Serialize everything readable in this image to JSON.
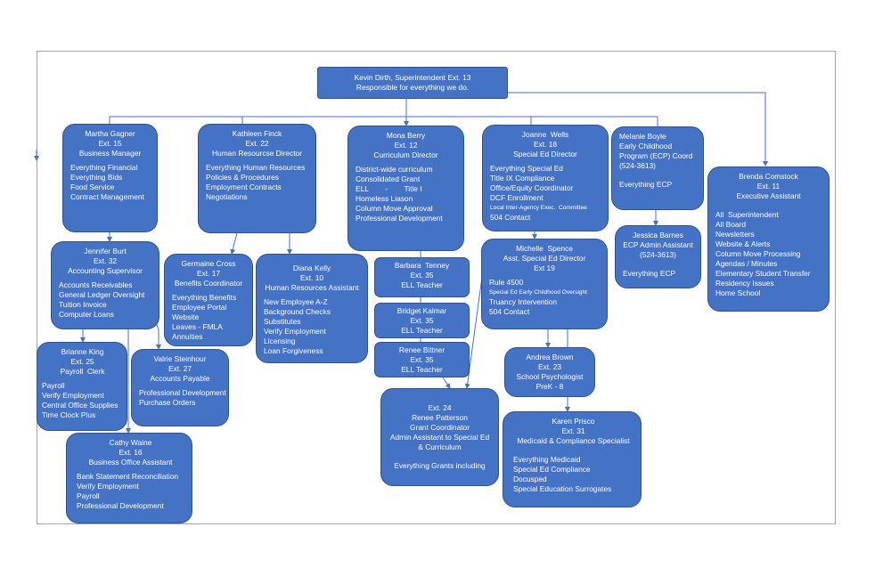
{
  "chart": {
    "superintendent": [
      "Kevin Dirth, Superintendent Ext. 13",
      "Responsible for everything we do."
    ],
    "martha": {
      "title": [
        "Martha Gagner",
        "Ext. 15",
        "Business Manager"
      ],
      "duties": [
        "Everything Financial",
        "Everything  Bids",
        "Food Service",
        "Contract Management"
      ]
    },
    "kathleen": {
      "title": [
        "Kathleen Finck",
        "Ext. 22",
        "Human Resourcse Director"
      ],
      "duties": [
        "Everything Human Resources",
        "Policies & Procedures",
        "Employment Contracts",
        "Negotiations"
      ]
    },
    "mona": {
      "title": [
        "Mona Berry",
        "Ext. 12",
        "Curriculum Director"
      ],
      "duties": [
        "District-wide curriculum",
        "Consolidated Grant",
        "ELL        -        Title I",
        "Homeless Liason",
        "Column Move Approval",
        "Professional Development"
      ]
    },
    "joanne": {
      "title": [
        "Joanne  Wells",
        "Ext. 18",
        "Special Ed Director"
      ],
      "duties": [
        "Everything Special Ed",
        "Title IX Compliance",
        "Office/Equity Coordinator",
        "DCF Enrollment"
      ],
      "small": "Local Inter-Agency Exec.  Committee",
      "last": "504 Contact"
    },
    "melanie": {
      "lines": [
        "Melanie Boyle",
        "Early Childhood",
        "Program (ECP) Coord",
        "(524-3613)"
      ],
      "duties": [
        "Everything ECP"
      ]
    },
    "brenda": {
      "title": [
        "Brenda Comstock",
        "Ext. 11",
        "Executive Assistant"
      ],
      "duties": [
        "All  Superintendent",
        "All Board",
        "Newsletters",
        "Website & Alerts",
        "Column Move Processing",
        "Agendas / Minutes",
        "Elementary Student Transfer",
        "Residency Issues",
        "Home School"
      ]
    },
    "jennifer": {
      "title": [
        "Jennifer Burt",
        "Ext. 32",
        "Accounting Supervisor"
      ],
      "duties": [
        "Accounts Receivables",
        "General Ledger Oversight",
        "Tuition Invoice",
        "Computer Loans"
      ]
    },
    "germaine": {
      "title": [
        "Germaine Cross",
        "Ext. 17",
        "Benefits Coordinator"
      ],
      "duties": [
        "Everything Benefits",
        "Employee Portal",
        "Website",
        "Leaves - FMLA",
        "Annuities"
      ]
    },
    "diana": {
      "title": [
        "Diana Kelly",
        "Ext. 10",
        "Human Resources Assistant"
      ],
      "duties": [
        "New Employee A-Z",
        "Background Checks",
        "Substitutes",
        "Verify Employment",
        "Licensing",
        "Loan Forgiveness"
      ]
    },
    "barbara": {
      "title": [
        "Barbara  Tenney",
        "Ext. 35",
        "ELL Teacher"
      ]
    },
    "bridget": {
      "title": [
        "Bridget Kalmar",
        "Ext. 35",
        "ELL Teacher"
      ]
    },
    "renee_b": {
      "title": [
        "Renee Bittner",
        "Ext. 35",
        "ELL Teacher"
      ]
    },
    "michelle": {
      "title": [
        "Michelle  Spence",
        "Asst. Special Ed Director",
        "Ext 19"
      ],
      "first": "Rule 4500",
      "small": "Special Ed Early Childhood Oversight",
      "duties": [
        "Truancy Intervention",
        "504 Contact"
      ]
    },
    "jessica": {
      "title": [
        "Jessica Barnes",
        "ECP Admin Assistant",
        "(524-3613)"
      ],
      "duties": [
        "Everything ECP"
      ]
    },
    "brianne": {
      "title": [
        "Brianne King",
        "Ext. 25",
        "Payroll  Clerk"
      ],
      "duties": [
        "Payroll",
        "Verify Employment",
        "Central Office Supplies",
        "Time Clock Plus"
      ]
    },
    "valrie": {
      "title": [
        "Valrie Steinhour",
        "Ext. 27",
        "Accounts Payable"
      ],
      "duties": [
        "Professional Development",
        "Purchase Orders"
      ]
    },
    "andrea": {
      "title": [
        "Andrea Brown",
        "Ext. 23",
        "School Psychologist",
        "PreK - 8"
      ]
    },
    "renee_p": {
      "title": [
        "Ext. 24",
        "Renee Patterson",
        "Grant Coordinator",
        "Admin Assistant to Special Ed",
        "& Curriculum"
      ],
      "note": "Everything Grants including"
    },
    "karen": {
      "title": [
        "Karen Prisco",
        "Ext. 31",
        "Medicaid & Compliance Specialist"
      ],
      "duties": [
        "Everything Medicaid",
        "Special Ed Compliance",
        "Docusped",
        "Special Education Surrogates"
      ]
    },
    "cathy": {
      "title": [
        "Cathy Waine",
        "Ext. 16",
        "Business Office Assistant"
      ],
      "duties": [
        "Bank Statement Reconciliation",
        "Verify Employment",
        "Payroll",
        "Professional Development"
      ]
    }
  },
  "colors": {
    "box_fill": "#4472c4",
    "box_border": "#2f528f",
    "connector": "#4472c4",
    "frame": "#a6a6a6"
  }
}
